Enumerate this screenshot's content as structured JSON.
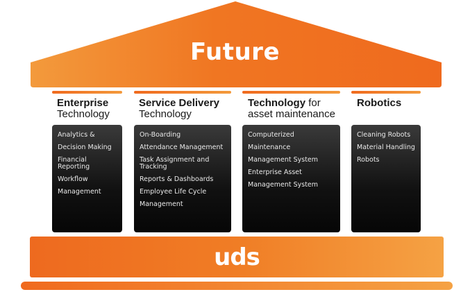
{
  "roof": {
    "title": "Future"
  },
  "columns": [
    {
      "title_bold": "Enterprise",
      "title_rest": "",
      "subtitle": "Technology",
      "items": [
        "Analytics &",
        "Decision Making",
        "Financial Reporting",
        "Workflow",
        "Management"
      ]
    },
    {
      "title_bold": "Service Delivery",
      "title_rest": "",
      "subtitle": "Technology",
      "items": [
        "On-Boarding",
        "Attendance Management",
        "Task Assignment and Tracking",
        "Reports & Dashboards",
        "Employee Life Cycle",
        "Management"
      ]
    },
    {
      "title_bold": "Technology",
      "title_rest": " for",
      "subtitle": "asset maintenance",
      "items": [
        "Computerized",
        "Maintenance",
        "Management System",
        "Enterprise Asset",
        "Management System"
      ]
    },
    {
      "title_bold": "Robotics",
      "title_rest": "",
      "subtitle": "",
      "items": [
        "Cleaning Robots",
        "Material Handling",
        "Robots"
      ]
    }
  ],
  "base": {
    "logo_text": "uds"
  },
  "colors": {
    "accent": "#f06a1e",
    "accent_light": "#f5a244",
    "pillar_dark": "#111111",
    "text_dark": "#1a1a1a"
  }
}
